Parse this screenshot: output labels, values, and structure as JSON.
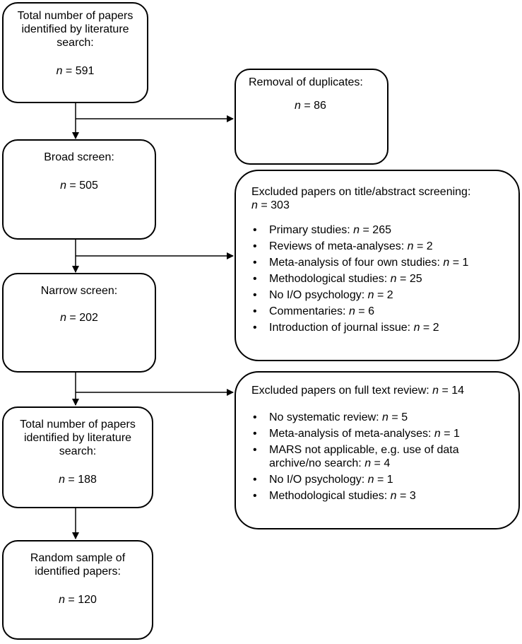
{
  "boxes": {
    "total_identified": {
      "title": "Total number of papers identified by literature search:",
      "n": "591"
    },
    "duplicates": {
      "title": "Removal of duplicates:",
      "n": "86"
    },
    "broad": {
      "title": "Broad screen:",
      "n": "505"
    },
    "excluded_title": {
      "title": "Excluded papers on title/abstract screening:",
      "n": "303",
      "items": [
        {
          "label": "Primary studies:",
          "n": "265"
        },
        {
          "label": "Reviews of meta-analyses:",
          "n": "2"
        },
        {
          "label": "Meta-analysis of four own studies:",
          "n": "1"
        },
        {
          "label": "Methodological studies:",
          "n": "25"
        },
        {
          "label": "No I/O psychology:",
          "n": "2"
        },
        {
          "label": "Commentaries:",
          "n": "6"
        },
        {
          "label": "Introduction of journal issue:",
          "n": "2"
        }
      ]
    },
    "narrow": {
      "title": "Narrow screen:",
      "n": "202"
    },
    "excluded_full": {
      "title": "Excluded papers on full text review:",
      "n": "14",
      "items": [
        {
          "label": "No systematic review:",
          "n": "5"
        },
        {
          "label": "Meta-analysis of meta-analyses:",
          "n": "1"
        },
        {
          "label": "MARS not applicable, e.g. use of data archive/no search:",
          "n": "4"
        },
        {
          "label": "No I/O psychology:",
          "n": "1"
        },
        {
          "label": "Methodological studies:",
          "n": "3"
        }
      ]
    },
    "total_final": {
      "title": "Total number of papers identified by literature search:",
      "n": "188"
    },
    "random": {
      "title": "Random sample of identified papers:",
      "n": "120"
    }
  },
  "labels": {
    "n_symbol": "n",
    "equals": " = "
  }
}
